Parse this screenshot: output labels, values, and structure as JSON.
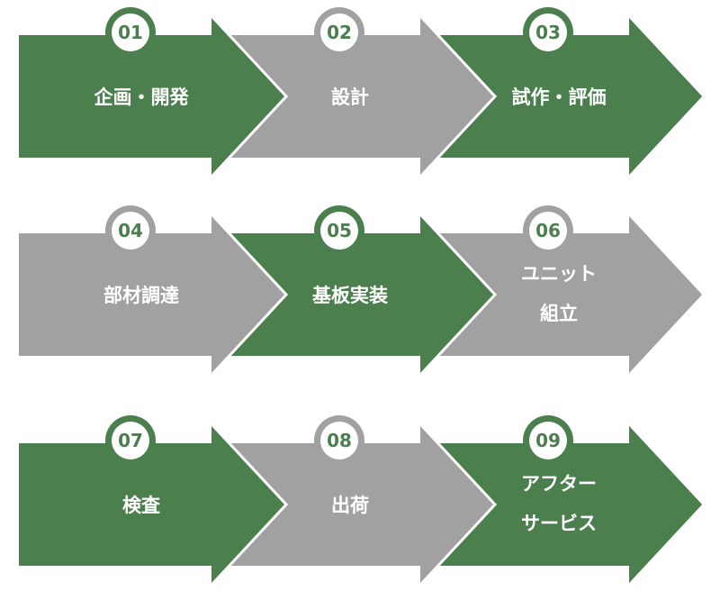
{
  "colors": {
    "green": "#4b7f4e",
    "gray": "#a1a1a1",
    "badge_fill": "#ffffff",
    "number_color": "#4b7f4e",
    "label_color": "#ffffff"
  },
  "steps": [
    {
      "number": "01",
      "label": [
        "企画・開発"
      ],
      "color": "green"
    },
    {
      "number": "02",
      "label": [
        "設計"
      ],
      "color": "gray"
    },
    {
      "number": "03",
      "label": [
        "試作・評価"
      ],
      "color": "green"
    },
    {
      "number": "04",
      "label": [
        "部材調達"
      ],
      "color": "gray"
    },
    {
      "number": "05",
      "label": [
        "基板実装"
      ],
      "color": "green"
    },
    {
      "number": "06",
      "label": [
        "ユニット",
        "組立"
      ],
      "color": "gray"
    },
    {
      "number": "07",
      "label": [
        "検査"
      ],
      "color": "green"
    },
    {
      "number": "08",
      "label": [
        "出荷"
      ],
      "color": "gray"
    },
    {
      "number": "09",
      "label": [
        "アフター",
        "サービス"
      ],
      "color": "green"
    }
  ]
}
